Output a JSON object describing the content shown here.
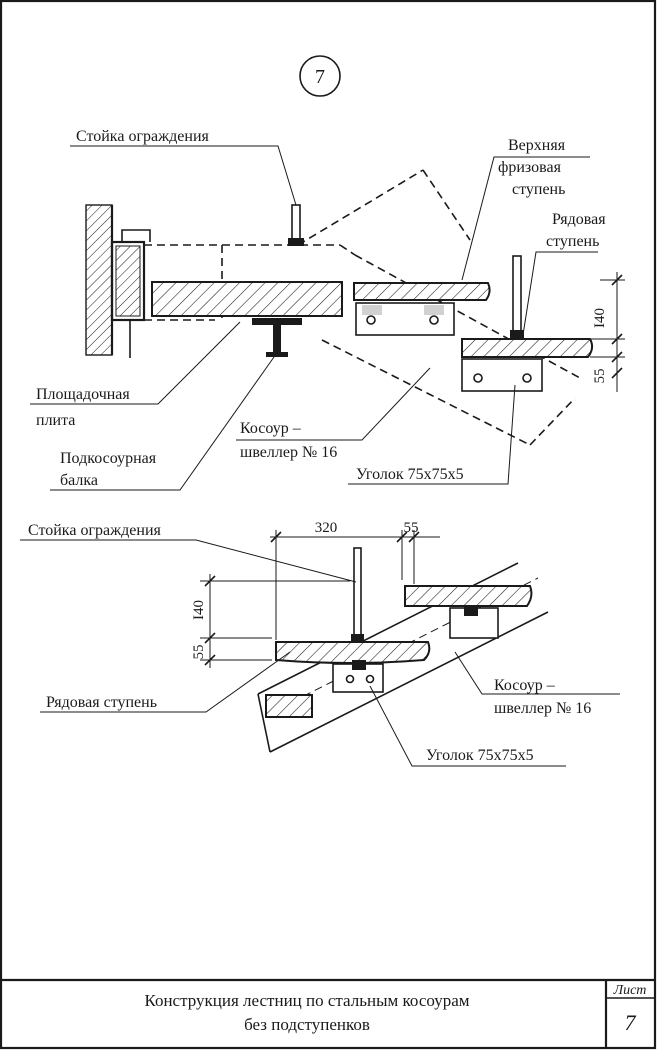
{
  "sheet": {
    "detail_number": "7",
    "title_line1": "Конструкция лестниц по стальным косоурам",
    "title_line2": "без подступенков",
    "sheet_label": "Лист",
    "sheet_number": "7"
  },
  "top_detail": {
    "labels": {
      "railing_post": "Стойка ограждения",
      "top_frieze_step_1": "Верхняя",
      "top_frieze_step_2": "фризовая",
      "top_frieze_step_3": "ступень",
      "ordinary_step_1": "Рядовая",
      "ordinary_step_2": "ступень",
      "landing_slab_1": "Площадочная",
      "landing_slab_2": "плита",
      "stringer_1": "Косоур –",
      "stringer_2": "швеллер № 16",
      "under_beam_1": "Подкосоурная",
      "under_beam_2": "балка",
      "angle": "Уголок 75х75х5"
    },
    "dims": {
      "height_step": "I40",
      "height_angle": "55"
    }
  },
  "bottom_detail": {
    "labels": {
      "railing_post": "Стойка ограждения",
      "ordinary_step": "Рядовая ступень",
      "stringer_1": "Косоур –",
      "stringer_2": "швеллер № 16",
      "angle": "Уголок 75х75х5"
    },
    "dims": {
      "width_step": "320",
      "offset": "55",
      "height_step": "I40",
      "height_angle": "55"
    }
  }
}
